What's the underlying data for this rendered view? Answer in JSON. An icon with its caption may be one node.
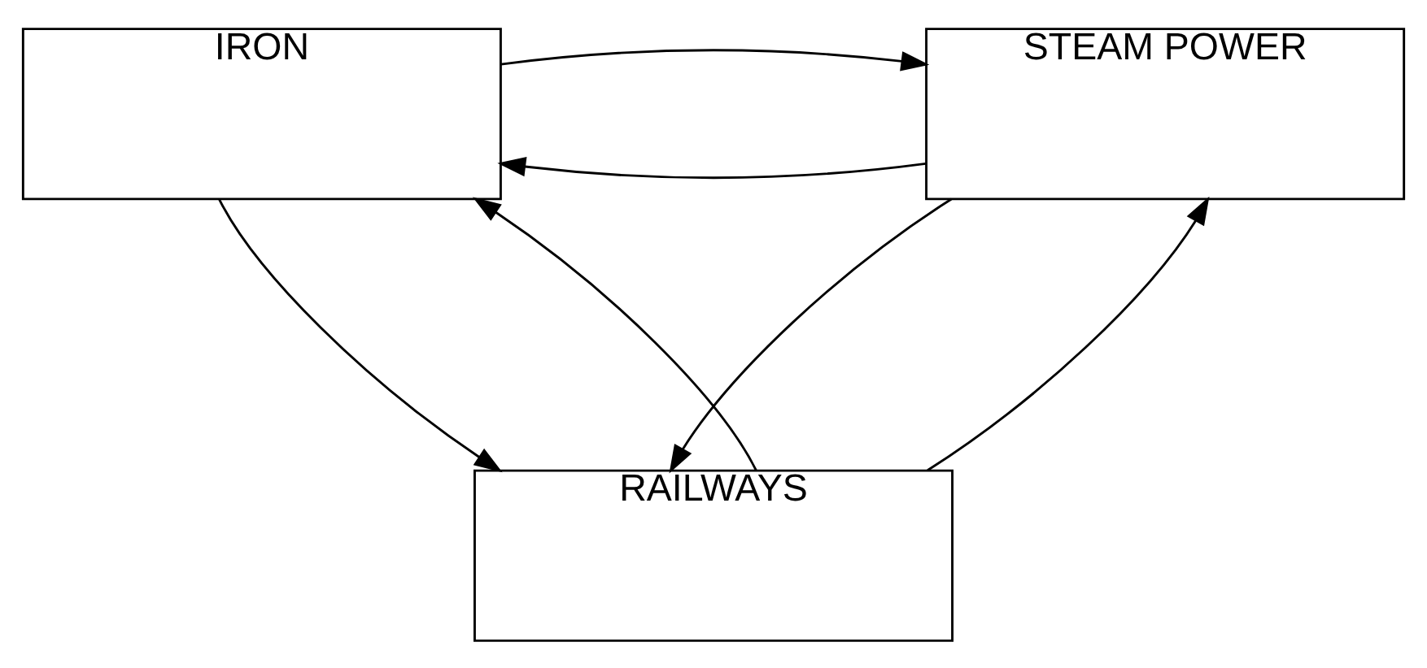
{
  "diagram": {
    "nodes": [
      {
        "text": [
          "IRON"
        ]
      },
      {
        "text": [
          "STEAM POWER"
        ]
      },
      {
        "text": [
          "RAILWAYS"
        ]
      }
    ],
    "edges": [
      {
        "from": 1,
        "to": 0,
        "arrow": "to"
      },
      {
        "from": 0,
        "to": 1,
        "arrow": "to"
      },
      {
        "from": 0,
        "to": 2,
        "arrow": "to"
      },
      {
        "from": 2,
        "to": 0,
        "arrow": "to"
      },
      {
        "from": 1,
        "to": 2,
        "arrow": "to"
      },
      {
        "from": 2,
        "to": 1,
        "arrow": "to"
      }
    ]
  }
}
